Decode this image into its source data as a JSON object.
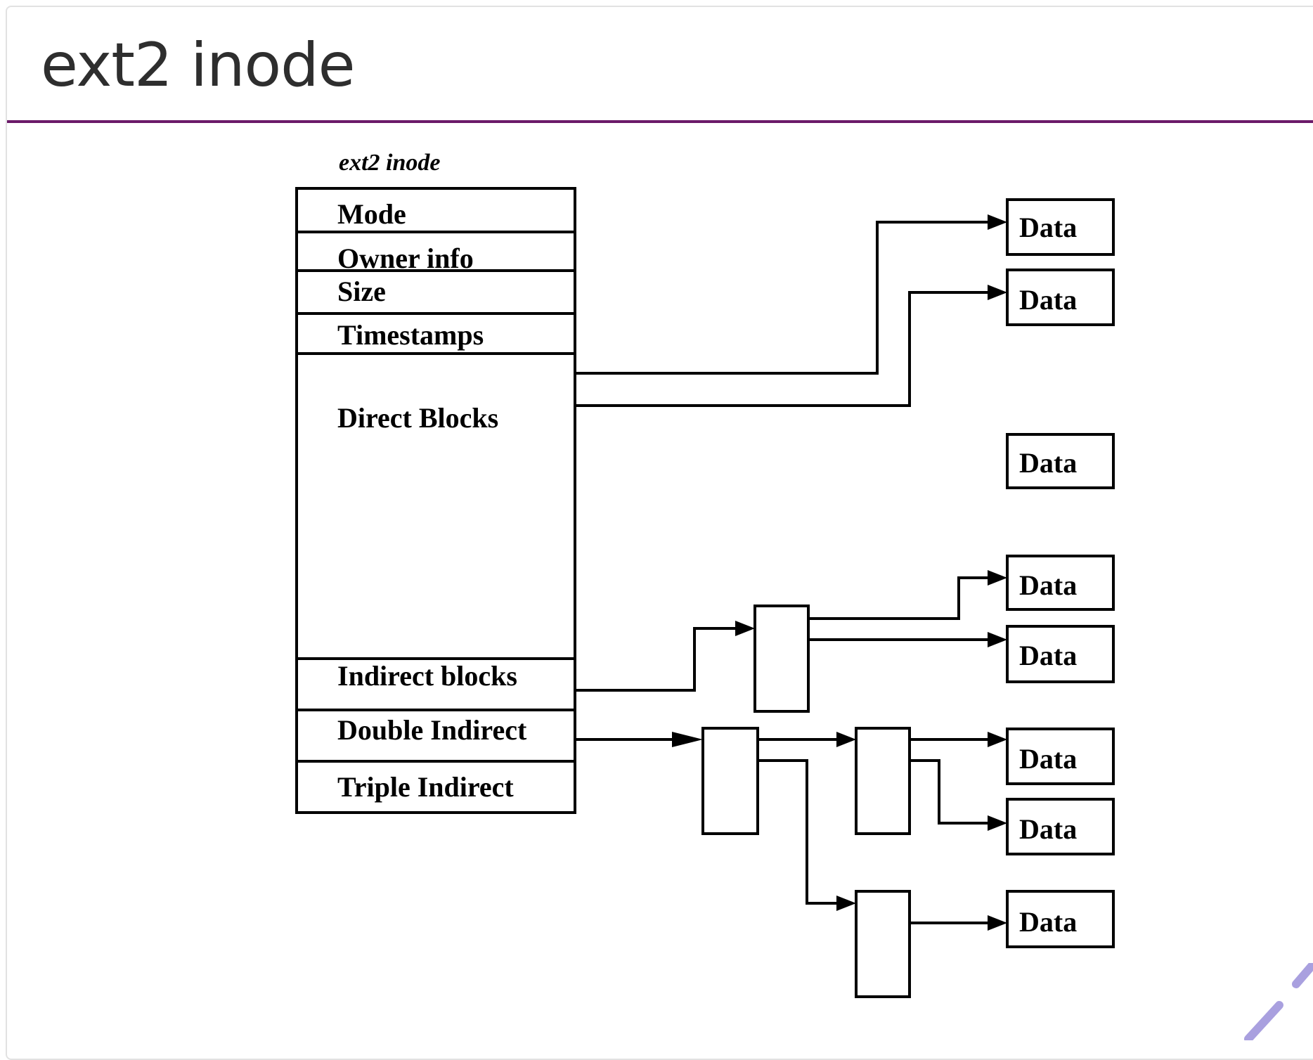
{
  "slide": {
    "title": "ext2 inode"
  },
  "diagram": {
    "caption": "ext2 inode",
    "inode_fields": {
      "mode": "Mode",
      "owner_info": "Owner info",
      "size": "Size",
      "timestamps": "Timestamps",
      "direct_blocks": "Direct Blocks",
      "indirect_blocks": "Indirect blocks",
      "double_indirect": "Double Indirect",
      "triple_indirect": "Triple Indirect"
    },
    "data_blocks": [
      "Data",
      "Data",
      "Data",
      "Data",
      "Data",
      "Data",
      "Data",
      "Data"
    ]
  },
  "colors": {
    "title_rule": "#6b1a69",
    "title_text": "#2e2e2e",
    "decor_stroke": "#a9a0df"
  }
}
